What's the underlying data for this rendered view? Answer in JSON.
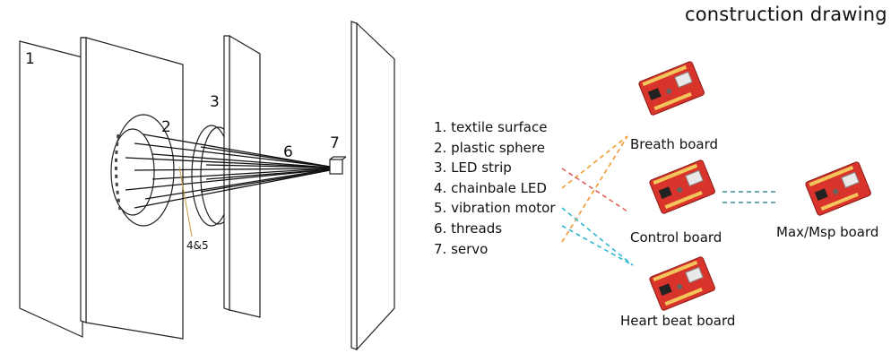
{
  "title": "construction drawing",
  "callouts": {
    "c1": "1",
    "c2": "2",
    "c3": "3",
    "c45": "4&5",
    "c6": "6",
    "c7": "7"
  },
  "legend": [
    "1. textile surface",
    "2. plastic sphere",
    "3. LED strip",
    "4. chainbale LED",
    "5. vibration motor",
    "6. threads",
    "7. servo"
  ],
  "boards": {
    "breath": "Breath board",
    "control": "Control board",
    "heart": "Heart beat board",
    "max": "Max/Msp board"
  },
  "colors": {
    "breath_line": "#f39a2e",
    "control_line": "#e0605a",
    "heart_line": "#2fb8cf",
    "maxmsp_line": "#3f8a90",
    "board": "#d9342b"
  }
}
